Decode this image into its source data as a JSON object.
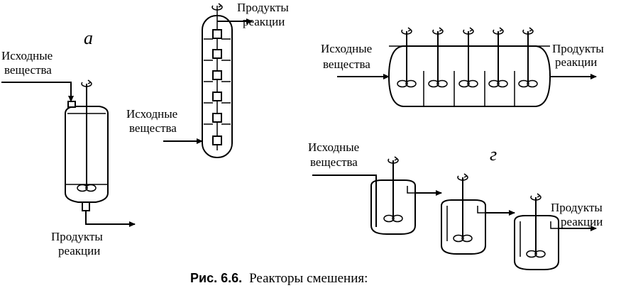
{
  "labels": {
    "input": "Исходные",
    "input2": "вещества",
    "output": "Продукты",
    "output2": "реакции"
  },
  "letters": {
    "a": "а",
    "g": "г"
  },
  "caption": {
    "prefix": "Рис. 6.6.",
    "text": "Реакторы смешения:"
  }
}
